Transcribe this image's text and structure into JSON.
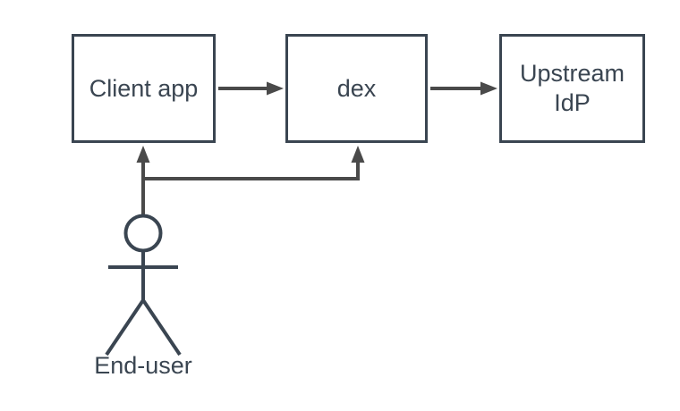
{
  "diagram": {
    "background": "#ffffff",
    "colors": {
      "node_border": "#3a4551",
      "node_fill": "#ffffff",
      "label_text": "#3a4551",
      "connector": "#4a4a4a"
    },
    "nodes": [
      {
        "id": "client-app",
        "label": "Client app"
      },
      {
        "id": "dex",
        "label": "dex"
      },
      {
        "id": "upstream-idp",
        "label": "Upstream IdP"
      }
    ],
    "actor": {
      "id": "end-user",
      "label": "End-user"
    },
    "edges": [
      {
        "from": "Client app",
        "to": "dex",
        "direction": "right"
      },
      {
        "from": "dex",
        "to": "Upstream IdP",
        "direction": "right"
      },
      {
        "from": "End-user",
        "to": "Client app",
        "direction": "up"
      },
      {
        "from": "End-user",
        "to": "dex",
        "direction": "up"
      }
    ]
  }
}
